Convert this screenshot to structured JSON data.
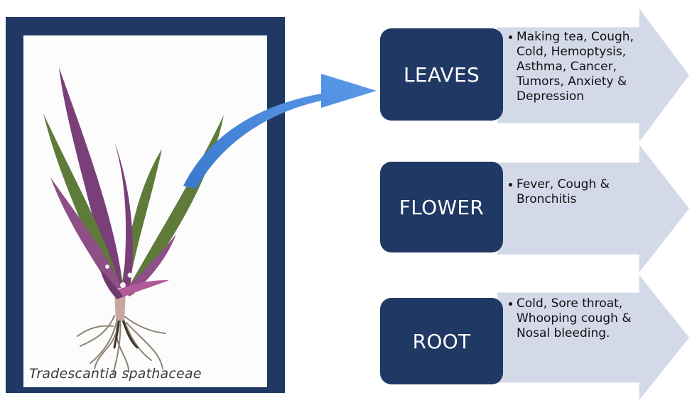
{
  "photo": {
    "caption": "Tradescantia spathaceae"
  },
  "parts": [
    {
      "label": "LEAVES",
      "uses": "Making tea, Cough, Cold, Hemoptysis, Asthma, Cancer, Tumors, Anxiety & Depression"
    },
    {
      "label": "FLOWER",
      "uses": "Fever, Cough & Bronchitis"
    },
    {
      "label": "ROOT",
      "uses": "Cold, Sore throat, Whooping cough & Nosal bleeding."
    }
  ],
  "colors": {
    "node_fill": "#1f3864",
    "chevron_fill": "#d3d9e8",
    "arrow_fill": "#4f8fe0",
    "leaf_purple": "#7a3f78",
    "leaf_green": "#5e7b3a"
  }
}
